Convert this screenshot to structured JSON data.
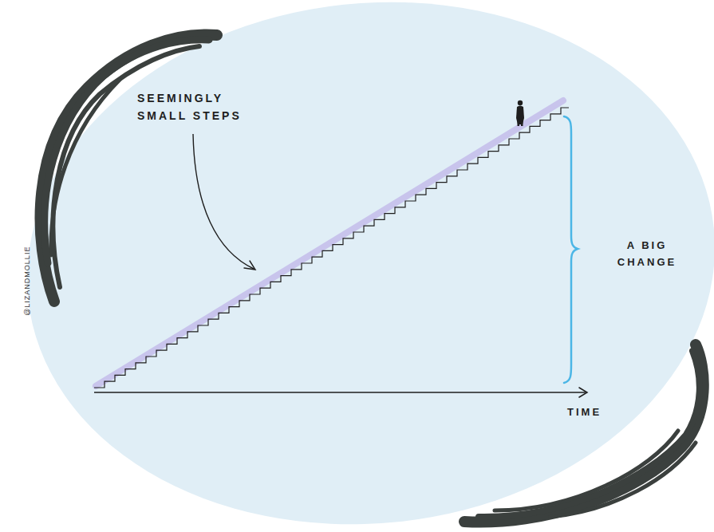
{
  "diagram": {
    "labels": [
      "SEEMINGLY SMALL STEPS",
      "A BIG CHANGE",
      "TIME",
      "@LIZANDMOLLIE"
    ]
  }
}
